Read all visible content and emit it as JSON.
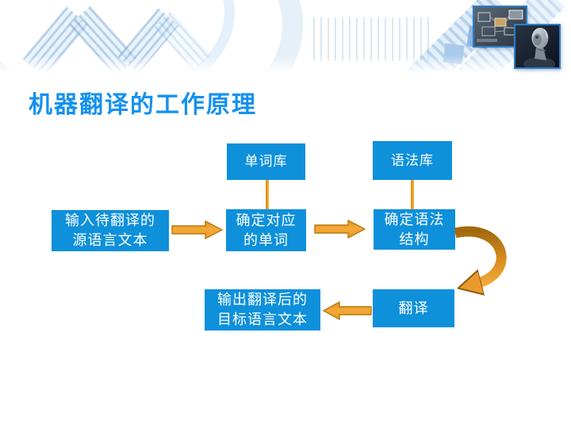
{
  "slide": {
    "title": "机器翻译的工作原理",
    "title_color": "#1591EE",
    "background": "#FFFFFF"
  },
  "flowchart": {
    "box_fill": "#0E90DB",
    "box_text_color": "#FFFFFF",
    "arrow_fill": "#F0A232",
    "arrow_outline": "#B9790F",
    "boxes": {
      "word_library": "单词库",
      "grammar_library": "语法库",
      "input_source": "输入待翻译的\n源语言文本",
      "determine_words": "确定对应\n的单词",
      "determine_grammar": "确定语法\n结构",
      "translate": "翻译",
      "output_target": "输出翻译后的\n目标语言文本"
    }
  },
  "header": {
    "accent_color": "#2E7EC8",
    "photos": [
      "circuit-board-photo",
      "robot-head-photo"
    ]
  }
}
